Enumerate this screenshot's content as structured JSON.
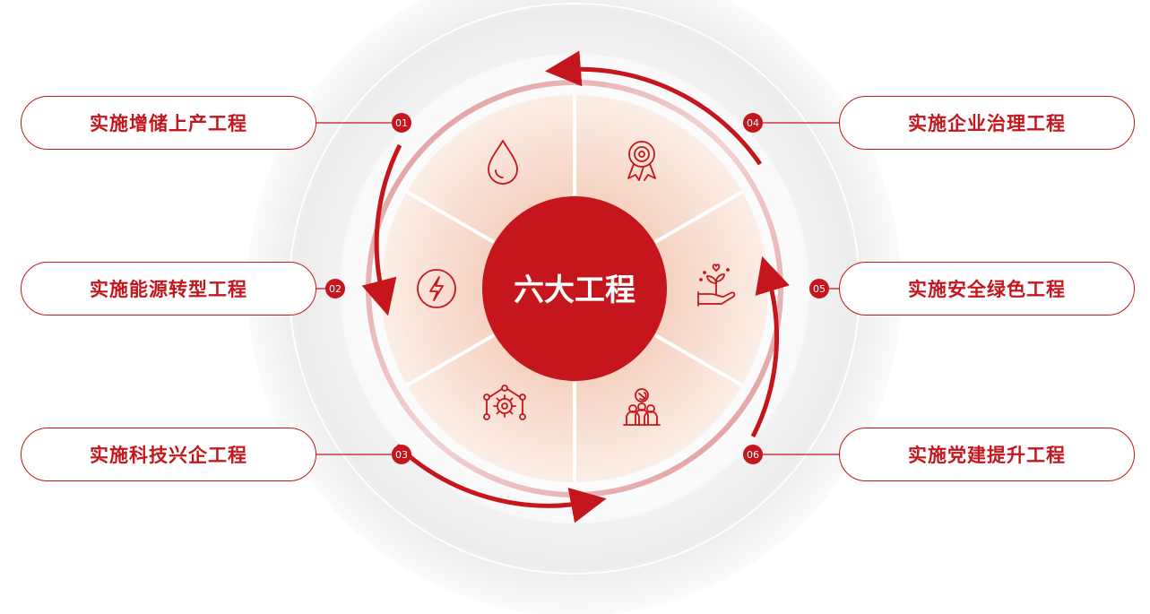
{
  "title": "六大工程",
  "colors": {
    "primary_red": "#c4161c",
    "segment_fill": "#f8dfd3",
    "halo_gray": "#e9e9e9"
  },
  "items": [
    {
      "num": "01",
      "label": "实施增储上产工程",
      "icon": "water-drop-icon"
    },
    {
      "num": "02",
      "label": "实施能源转型工程",
      "icon": "lightning-icon"
    },
    {
      "num": "03",
      "label": "实施科技兴企工程",
      "icon": "gear-network-icon"
    },
    {
      "num": "04",
      "label": "实施企业治理工程",
      "icon": "award-medal-icon"
    },
    {
      "num": "05",
      "label": "实施安全绿色工程",
      "icon": "hand-sprout-icon"
    },
    {
      "num": "06",
      "label": "实施党建提升工程",
      "icon": "party-people-icon"
    }
  ]
}
